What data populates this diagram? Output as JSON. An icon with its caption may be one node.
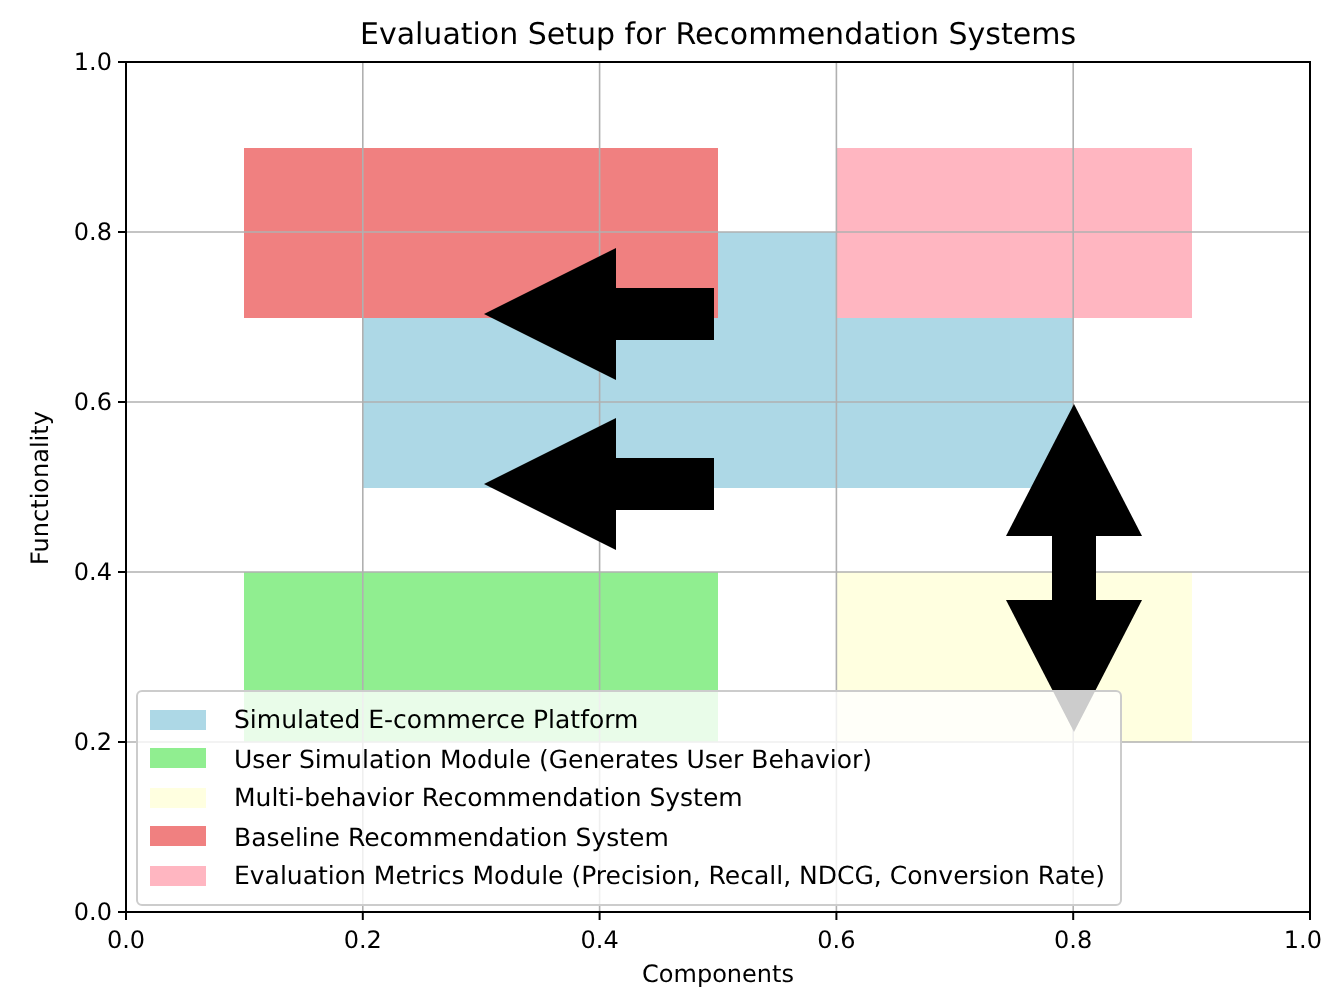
{
  "diagram": {
    "title": "Evaluation Setup for Recommendation Systems",
    "nodes": [
      {
        "text": [],
        "shape": "box"
      },
      {
        "text": [],
        "shape": "box"
      },
      {
        "text": [],
        "shape": "box"
      },
      {
        "text": [],
        "shape": "box"
      },
      {
        "text": [],
        "shape": "box"
      }
    ],
    "edges": [
      {
        "from": 2,
        "to": 0,
        "arrow": "to"
      },
      {
        "from": 2,
        "to": 3,
        "arrow": "to"
      },
      {
        "from": 2,
        "to": 4,
        "arrow": "both"
      }
    ],
    "labels": [
      "1.0",
      "0.8",
      "0.6",
      "0.4",
      "0.2",
      "0.0",
      "Functionality",
      "0.0",
      "0.2",
      "0.4",
      "0.6",
      "0.8",
      "1.0",
      "Components"
    ],
    "legend": [
      {
        "text": "Simulated E-commerce Platform",
        "color": "#add8e6"
      },
      {
        "text": "User Simulation Module (Generates User Behavior)",
        "color": "#90ee90"
      },
      {
        "text": "Multi-behavior Recommendation System",
        "color": "#ffffe0"
      },
      {
        "text": "Baseline Recommendation System",
        "color": "#f08080"
      },
      {
        "text": "Evaluation Metrics Module (Precision, Recall, NDCG, Conversion Rate)",
        "color": "#ffb6c1"
      }
    ]
  }
}
